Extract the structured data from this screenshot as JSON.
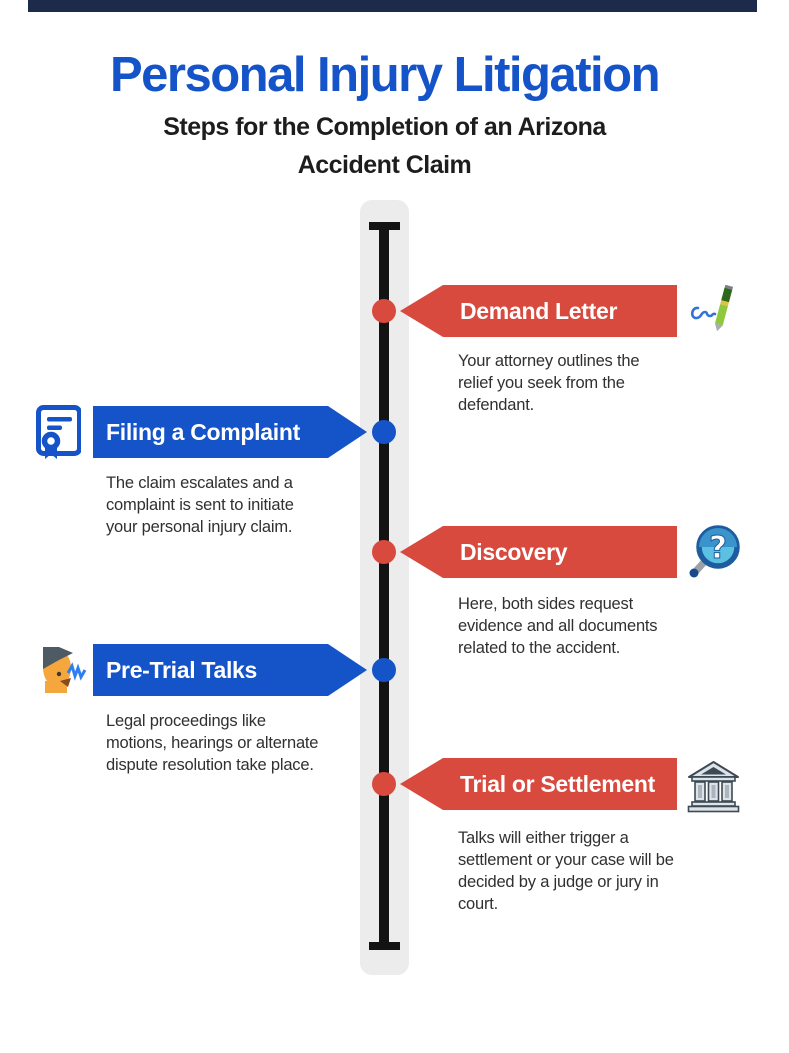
{
  "header": {
    "title": "Personal Injury Litigation",
    "subtitle": "Steps for the Completion of an Arizona\nAccident Claim"
  },
  "colors": {
    "accent_bar": "#1c2b4a",
    "title_blue": "#1553c8",
    "banner_blue": "#1553c8",
    "banner_red": "#d8493e",
    "timeline_track": "#ececec",
    "timeline_line": "#131313",
    "body_text": "#303030"
  },
  "steps": [
    {
      "title": "Demand Letter",
      "side": "right",
      "color": "red",
      "icon": "pen-signature-icon",
      "description": "Your attorney outlines the\nrelief you seek from the\ndefendant."
    },
    {
      "title": "Filing a Complaint",
      "side": "left",
      "color": "blue",
      "icon": "certificate-document-icon",
      "description": "The claim escalates and a\ncomplaint is sent to initiate\nyour personal injury claim."
    },
    {
      "title": "Discovery",
      "side": "right",
      "color": "red",
      "icon": "magnifier-question-icon",
      "description": "Here, both sides request\nevidence and all documents\nrelated to the accident."
    },
    {
      "title": "Pre-Trial Talks",
      "side": "left",
      "color": "blue",
      "icon": "speaking-person-icon",
      "description": "Legal proceedings like\nmotions, hearings or alternate\ndispute resolution take place."
    },
    {
      "title": "Trial or Settlement",
      "side": "right",
      "color": "red",
      "icon": "courthouse-icon",
      "description": "Talks will either trigger a\nsettlement or your case will be\ndecided by a judge or jury in\ncourt."
    }
  ]
}
